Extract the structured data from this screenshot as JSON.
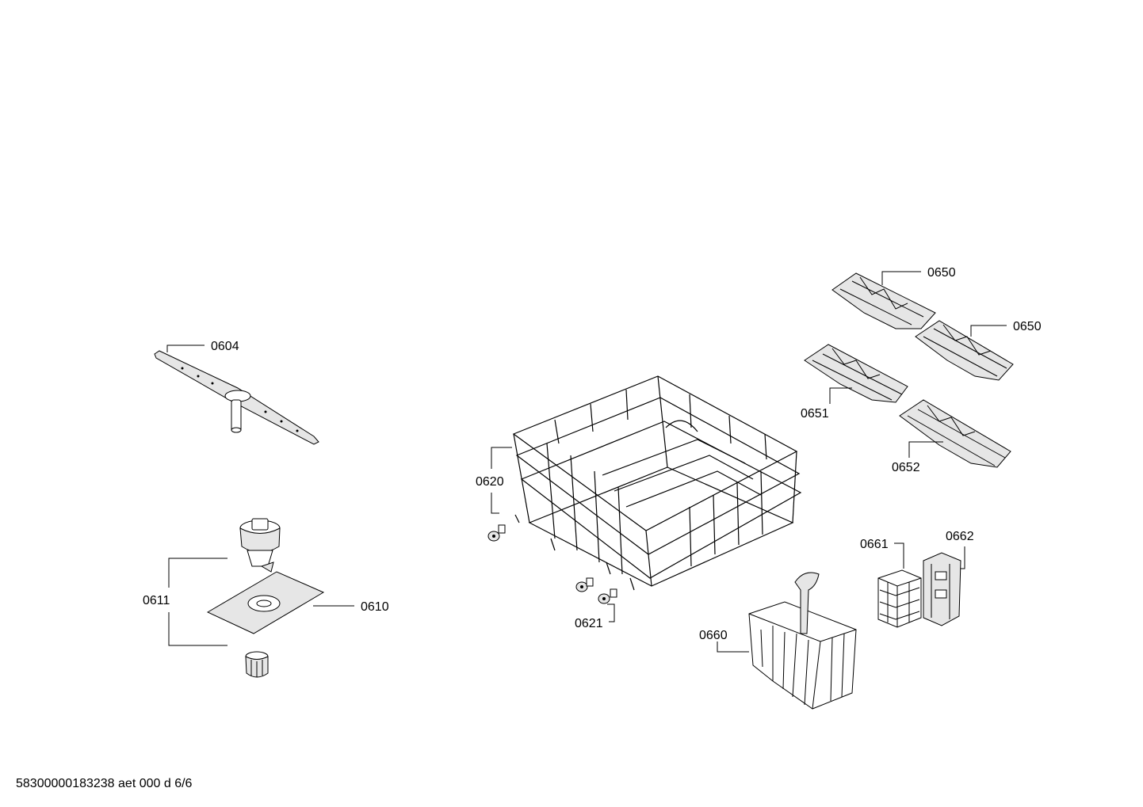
{
  "labels": {
    "p0604": "0604",
    "p0611": "0611",
    "p0610": "0610",
    "p0620": "0620",
    "p0621": "0621",
    "p0650a": "0650",
    "p0650b": "0650",
    "p0651": "0651",
    "p0652": "0652",
    "p0661": "0661",
    "p0662": "0662",
    "p0660": "0660"
  },
  "footer": {
    "text": "58300000183238 aet 000 d 6/6"
  },
  "colors": {
    "line": "#000000",
    "background": "#ffffff",
    "part_fill": "#e6e6e6"
  }
}
